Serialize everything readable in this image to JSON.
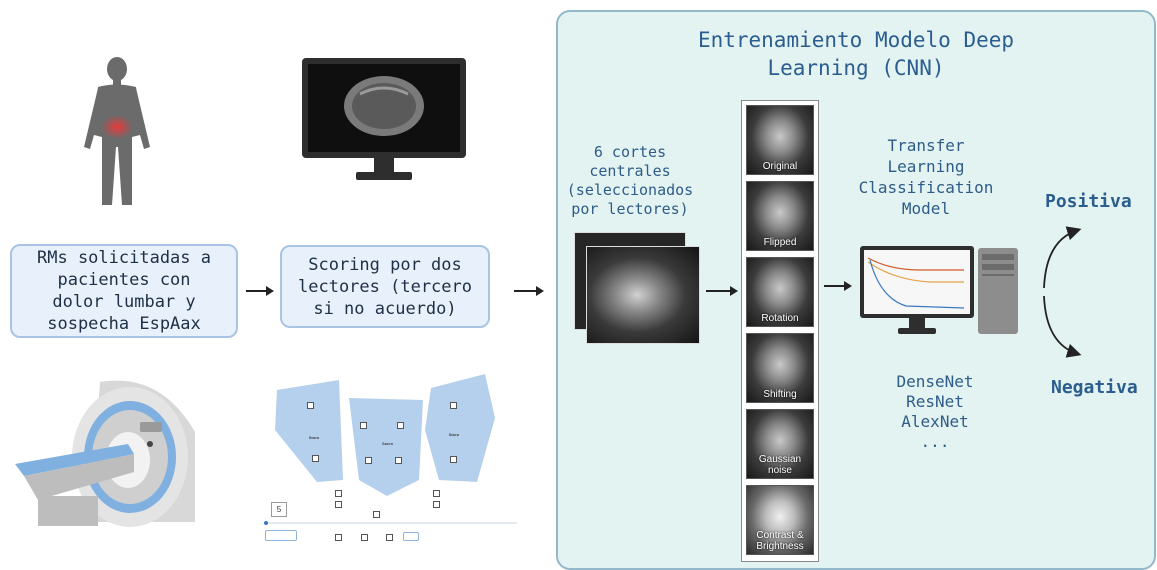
{
  "left": {
    "box1_text": "RMs solicitadas a\npacientes con\ndolor lumbar y\nsospecha EspAax",
    "box2_text": "Scoring por dos\nlectores (tercero\nsi no acuerdo)"
  },
  "panel": {
    "title": "Entrenamiento Modelo Deep\nLearning (CNN)",
    "slices_label": "6 cortes\ncentrales\n(seleccionados\npor lectores)",
    "augmentations": [
      "Original",
      "Flipped",
      "Rotation",
      "Shifting",
      "Gaussian\nnoise",
      "Contrast &\nBrightness"
    ],
    "model_label": "Transfer\nLearning\nClassification\nModel",
    "models_list": "DenseNet\nResNet\nAlexNet\n...",
    "positive": "Positiva",
    "negative": "Negativa"
  },
  "scoring_form": {
    "slice_number": "5",
    "regions": [
      "Ilíaco",
      "Sacro",
      "Ilíaco"
    ]
  },
  "colors": {
    "panel_bg": "#e2f3f1",
    "box_bg": "#e8f1fb",
    "title_blue": "#2c5d8f",
    "region_blue": "#b5d0ec"
  },
  "icons": [
    "human-figure-icon",
    "monitor-icon",
    "mri-scanner-icon",
    "computer-icon"
  ]
}
